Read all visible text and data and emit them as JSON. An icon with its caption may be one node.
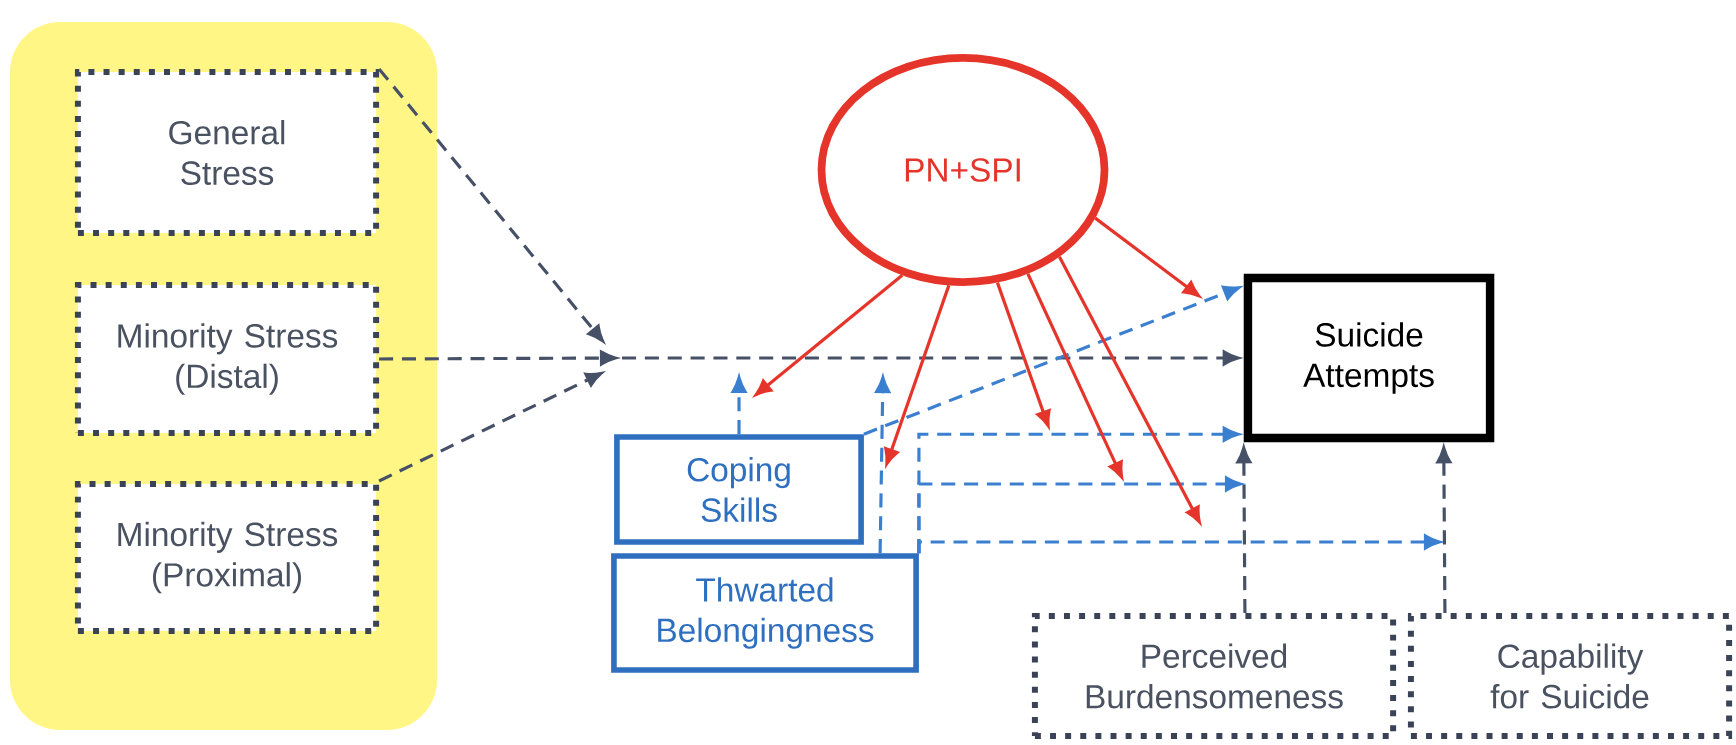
{
  "diagram": {
    "nodes": [
      {
        "text": [
          "General Stress"
        ]
      },
      {
        "text": [
          "Minority Stress (Distal)"
        ]
      },
      {
        "text": [
          "Minority Stress (Proximal)"
        ]
      },
      {
        "text": [
          "PN+SPI"
        ]
      },
      {
        "text": [
          "Suicide Attempts"
        ]
      },
      {
        "text": [
          "Coping Skills"
        ]
      },
      {
        "text": [
          "Thwarted Belongingness"
        ]
      },
      {
        "text": [
          "Perceived Burdensomeness"
        ]
      },
      {
        "text": [
          "Capability for Suicide"
        ]
      }
    ],
    "edges": [
      {
        "from": 0,
        "to": null,
        "arrow": "to",
        "style": "dashed",
        "color": "#465066"
      },
      {
        "from": 1,
        "to": null,
        "arrow": "to",
        "style": "dashed",
        "color": "#465066"
      },
      {
        "from": 2,
        "to": null,
        "arrow": "to",
        "style": "dashed",
        "color": "#465066"
      },
      {
        "from": null,
        "to": 4,
        "arrow": "to",
        "style": "dashed",
        "color": "#465066"
      },
      {
        "from": 5,
        "to": null,
        "arrow": "to",
        "style": "dashed",
        "color": "#3a7fd0"
      },
      {
        "from": 6,
        "to": null,
        "arrow": "to",
        "style": "dashed",
        "color": "#3a7fd0"
      },
      {
        "from": 5,
        "to": 4,
        "arrow": "to",
        "style": "dashed",
        "color": "#3a7fd0"
      },
      {
        "from": 6,
        "to": 4,
        "arrow": "to",
        "style": "dashed",
        "color": "#3a7fd0"
      },
      {
        "from": 6,
        "to": null,
        "arrow": "to",
        "style": "dashed",
        "color": "#3a7fd0"
      },
      {
        "from": 6,
        "to": null,
        "arrow": "to",
        "style": "dashed",
        "color": "#3a7fd0"
      },
      {
        "from": 7,
        "to": 4,
        "arrow": "to",
        "style": "dashed",
        "color": "#465066"
      },
      {
        "from": 8,
        "to": 4,
        "arrow": "to",
        "style": "dashed",
        "color": "#465066"
      },
      {
        "from": 3,
        "to": null,
        "arrow": "to",
        "color": "#e5352b"
      },
      {
        "from": 3,
        "to": null,
        "arrow": "to",
        "color": "#e5352b"
      },
      {
        "from": 3,
        "to": null,
        "arrow": "to",
        "color": "#e5352b"
      },
      {
        "from": 3,
        "to": null,
        "arrow": "to",
        "color": "#e5352b"
      },
      {
        "from": 3,
        "to": null,
        "arrow": "to",
        "color": "#e5352b"
      },
      {
        "from": 3,
        "to": null,
        "arrow": "to",
        "color": "#e5352b"
      }
    ]
  }
}
